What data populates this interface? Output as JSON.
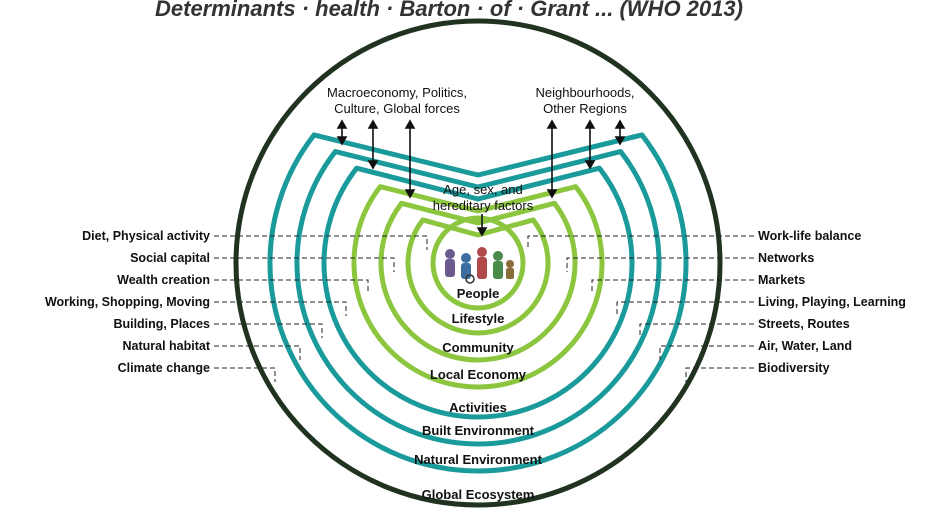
{
  "title_fragment": "Determinants · health · Barton · of · Grant ... (WHO 2013)",
  "top_left_label": [
    "Macroeconomy, Politics,",
    "Culture, Global forces"
  ],
  "top_right_label": [
    "Neighbourhoods,",
    "Other Regions"
  ],
  "center_label": [
    "Age, sex, and",
    "hereditary factors"
  ],
  "rings": {
    "people": "People",
    "lifestyle": "Lifestyle",
    "community": "Community",
    "local_economy": "Local Economy",
    "activities": "Activities",
    "built_environment": "Built Environment",
    "natural_environment": "Natural Environment",
    "global_ecosystem": "Global Ecosystem"
  },
  "left_labels": [
    "Diet, Physical activity",
    "Social capital",
    "Wealth creation",
    "Working, Shopping, Moving",
    "Building, Places",
    "Natural habitat",
    "Climate change"
  ],
  "right_labels": [
    "Work-life balance",
    "Networks",
    "Markets",
    "Living, Playing, Learning",
    "Streets, Routes",
    "Air, Water, Land",
    "Biodiversity"
  ],
  "colors": {
    "outer_circle": "#1f3320",
    "teal": "#1a9a9a",
    "green": "#8cc63f",
    "people_icon": "#6b5a8e"
  }
}
